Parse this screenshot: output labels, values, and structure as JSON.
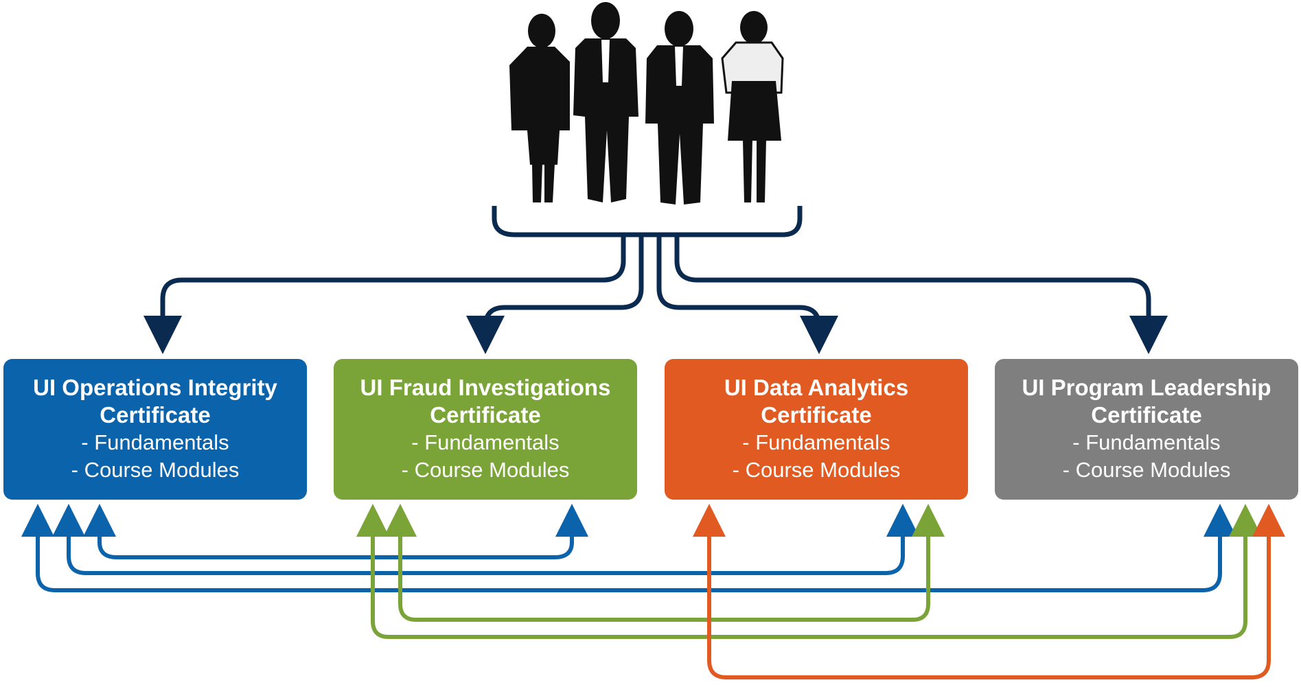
{
  "certificates": [
    {
      "title_line1": "UI Operations Integrity",
      "title_line2": "Certificate",
      "items": [
        "- Fundamentals",
        "- Course Modules"
      ],
      "color": "#0a63ab"
    },
    {
      "title_line1": "UI Fraud Investigations",
      "title_line2": "Certificate",
      "items": [
        "- Fundamentals",
        "- Course Modules"
      ],
      "color": "#7ba438"
    },
    {
      "title_line1": "UI Data Analytics",
      "title_line2": "Certificate",
      "items": [
        "- Fundamentals",
        "- Course Modules"
      ],
      "color": "#e05a22"
    },
    {
      "title_line1": "UI Program Leadership",
      "title_line2": "Certificate",
      "items": [
        "- Fundamentals",
        "- Course Modules"
      ],
      "color": "#7f7f7f"
    }
  ],
  "colors": {
    "navy_arrows": "#0b2a4f",
    "blue_links": "#0a63ab",
    "green_links": "#7ba438",
    "orange_links": "#e05a22",
    "silhouettes": "#111111"
  },
  "icons": [
    "business-people-silhouettes-icon"
  ]
}
